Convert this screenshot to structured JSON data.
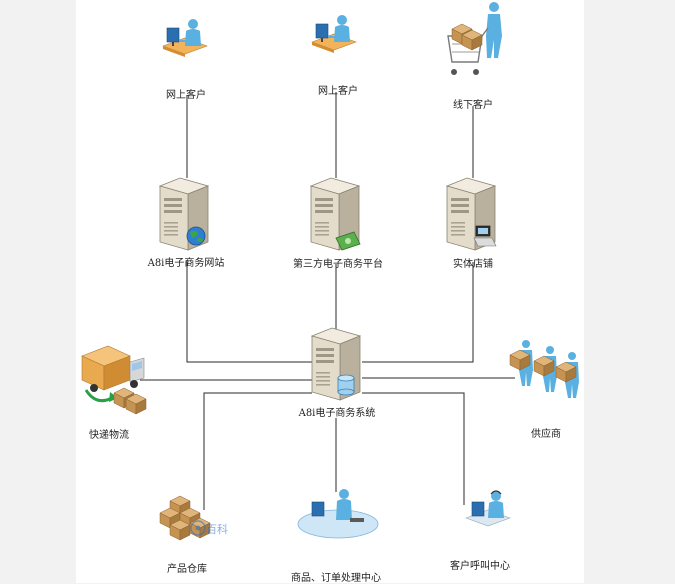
{
  "nodes": {
    "online_customer_1": "网上客户",
    "online_customer_2": "网上客户",
    "offline_customer": "线下客户",
    "website": "A8i电子商务网站",
    "third_party_platform": "第三方电子商务平台",
    "physical_store": "实体店铺",
    "core_system": "A8i电子商务系统",
    "logistics": "快递物流",
    "supplier": "供应商",
    "warehouse": "产品仓库",
    "order_center": "商品、订单处理中心",
    "call_center": "客户呼叫中心"
  },
  "watermark": "百科",
  "colors": {
    "line": "#2a2a2a",
    "server_body": "#e3dccb",
    "person_skin": "#5ab0e0",
    "box_brown": "#b9894e"
  }
}
